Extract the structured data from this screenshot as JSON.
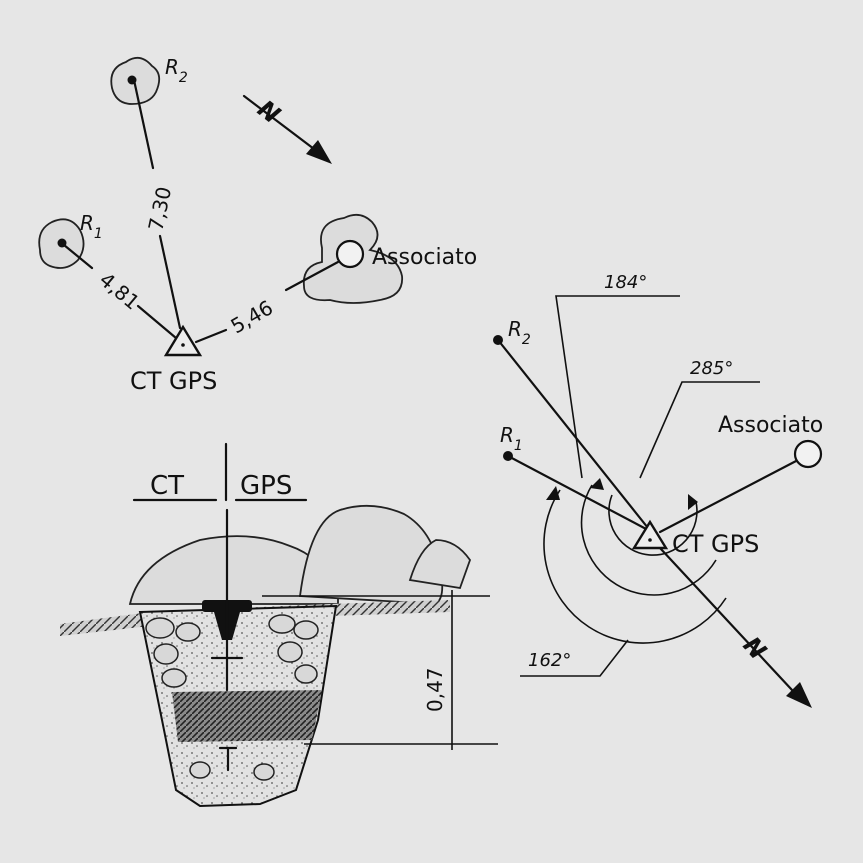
{
  "plan": {
    "r2_label": "R",
    "r2_sub": "2",
    "r1_label": "R",
    "r1_sub": "1",
    "associato_label": "Associato",
    "ctgps_label": "CT GPS",
    "north_label": "N",
    "dist_r2": "7,30",
    "dist_r1": "4,81",
    "dist_associato": "5,46"
  },
  "bearings": {
    "r2_label": "R",
    "r2_sub": "2",
    "r1_label": "R",
    "r1_sub": "1",
    "associato_label": "Associato",
    "ctgps_label": "CT GPS",
    "north_label": "N",
    "angle_184": "184°",
    "angle_285": "285°",
    "angle_162": "162°"
  },
  "section": {
    "ct_label": "CT",
    "gps_label": "GPS",
    "depth_label": "0,47"
  }
}
